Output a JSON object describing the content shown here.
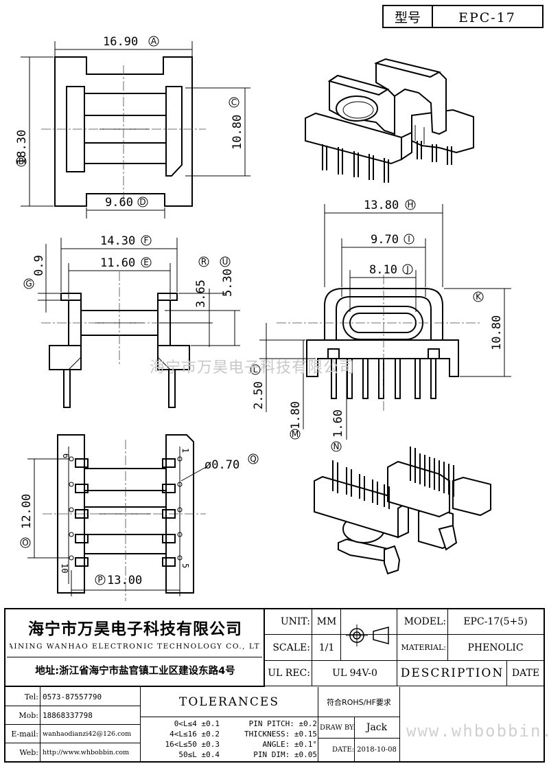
{
  "header": {
    "model_label": "型号",
    "model_value": "EPC-17"
  },
  "dimensions": {
    "a": "16.90",
    "b": "18.30",
    "c": "10.80",
    "d": "9.60",
    "f": "14.30",
    "e": "11.60",
    "g": "0.9",
    "r": "3.65",
    "u": "5.30",
    "h": "13.80",
    "i": "9.70",
    "j": "8.10",
    "k": "10.80",
    "l": "2.50",
    "m": "1.80",
    "n": "1.60",
    "o": "12.00",
    "p": "13.00",
    "q": "ø0.70"
  },
  "dimension_labels": {
    "a": "A",
    "b": "B",
    "c": "C",
    "d": "D",
    "e": "E",
    "f": "F",
    "g": "G",
    "h": "H",
    "i": "I",
    "j": "J",
    "k": "K",
    "l": "L",
    "m": "M",
    "n": "N",
    "o": "O",
    "p": "P",
    "q": "Q",
    "r": "R",
    "u": "U"
  },
  "pin_numbers": {
    "top_left": "6",
    "top_right": "1",
    "bottom_left": "10",
    "bottom_right": "5"
  },
  "watermark": "海宁市万昊电子科技有限公司",
  "watermark_url": "www.whbobbin.com",
  "company": {
    "name_cn": "海宁市万昊电子科技有限公司",
    "name_en": "HAINING WANHAO ELECTRONIC TECHNOLOGY CO., LTD.",
    "address": "地址:浙江省海宁市盐官镇工业区建设东路4号"
  },
  "title_block": {
    "unit_label": "UNIT:",
    "unit_value": "MM",
    "scale_label": "SCALE:",
    "scale_value": "1/1",
    "ulrec_label": "UL REC:",
    "ulrec_value": "UL 94V-0",
    "model_label": "MODEL:",
    "model_value": "EPC-17(5+5)",
    "material_label": "MATERIAL:",
    "material_value": "PHENOLIC",
    "description_label": "DESCRIPTION",
    "date_label": "DATE",
    "tolerances_label": "TOLERANCES",
    "rohs": "符合ROHS/HF要求",
    "draw_by_label": "DRAW BY:",
    "draw_by_value": "Jack",
    "date_field_label": "DATE:",
    "date_value": "2018-10-08"
  },
  "contacts": [
    {
      "label": "Tel:",
      "value": "0573-87557790"
    },
    {
      "label": "Mob:",
      "value": "18868337798"
    },
    {
      "label": "E-mail:",
      "value": "wanhaodianzi42@126.com"
    },
    {
      "label": "Web:",
      "value": "http://www.whbobbin.com"
    }
  ],
  "tolerances": [
    "0<L≤4 ±0.1",
    "4<L≤16 ±0.2",
    "16<L≤50 ±0.3",
    "50≤L ±0.4"
  ],
  "tolerances_other": [
    "PIN PITCH: ±0.2",
    "THICKNESS: ±0.15",
    "ANGLE: ±0.1°",
    "PIN DIM: ±0.05"
  ]
}
